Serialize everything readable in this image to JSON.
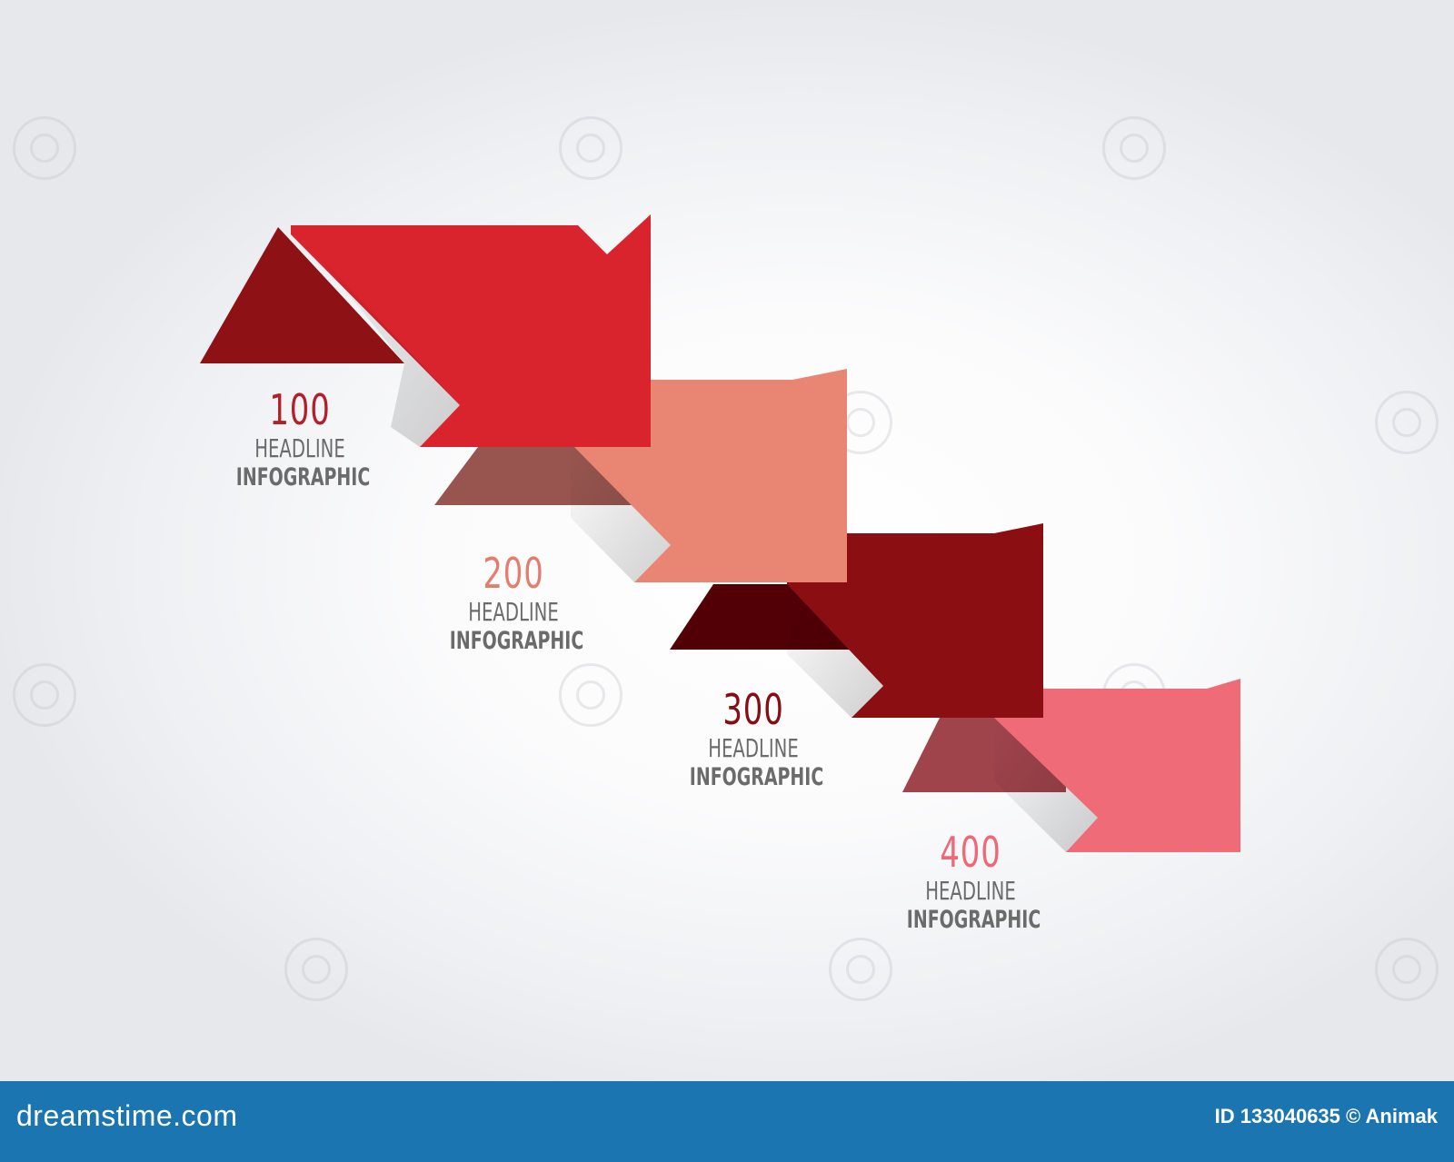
{
  "steps": [
    {
      "number": "100",
      "headline": "HEADLINE",
      "subtitle": "INFOGRAPHIC",
      "color": "#b2202a"
    },
    {
      "number": "200",
      "headline": "HEADLINE",
      "subtitle": "INFOGRAPHIC",
      "color": "#e37e6e"
    },
    {
      "number": "300",
      "headline": "HEADLINE",
      "subtitle": "INFOGRAPHIC",
      "color": "#850d13"
    },
    {
      "number": "400",
      "headline": "HEADLINE",
      "subtitle": "INFOGRAPHIC",
      "color": "#ef6876"
    }
  ],
  "arrow_colors": {
    "arrow1_main": "#d9232d",
    "arrow1_fold": "#8e1116",
    "arrow2_main": "#e88573",
    "arrow2_fold": "#98554f",
    "arrow3_main": "#8b0e12",
    "arrow3_fold": "#520006",
    "arrow4_main": "#f06b78",
    "arrow4_fold": "#a0444c"
  },
  "footer": {
    "logo": "dreamstime.com",
    "id_text": "ID 133040635 © Animak"
  }
}
